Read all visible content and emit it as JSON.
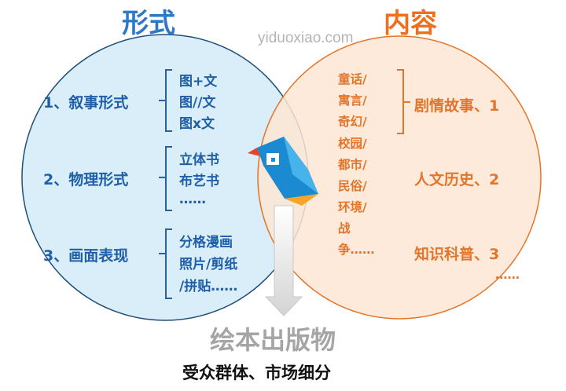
{
  "left": {
    "title": "形式",
    "categories": [
      {
        "label": "1、叙事形式",
        "items": [
          "图+文",
          "图//文",
          "图x文"
        ]
      },
      {
        "label": "2、物理形式",
        "items": [
          "立体书",
          "布艺书",
          "……"
        ]
      },
      {
        "label": "3、画面表现",
        "items": [
          "分格漫画",
          "照片/剪纸",
          "/拼贴……"
        ]
      }
    ]
  },
  "right": {
    "title": "内容",
    "genres": [
      "童话/",
      "寓言/",
      "奇幻/",
      "校园/",
      "都市/",
      "民俗/",
      "环境/",
      "战",
      "争……"
    ],
    "categories": [
      "剧情故事、1",
      "人文历史、2",
      "知识科普、3",
      "……"
    ]
  },
  "watermark": "yiduoxiao.com",
  "product": "绘本出版物",
  "subtitle": "受众群体、市场细分",
  "colors": {
    "left_circle": "#d9eef8",
    "right_circle": "#fde6d4",
    "blue_text": "#1f5fa8",
    "orange_text": "#e2752a",
    "left_title": "#2f78c8",
    "right_title": "#ef6f1e"
  }
}
